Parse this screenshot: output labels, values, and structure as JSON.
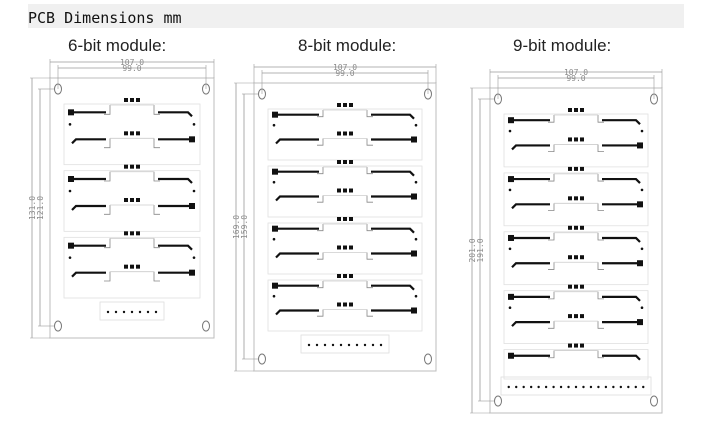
{
  "header": {
    "title": "PCB Dimensions mm"
  },
  "modules": [
    {
      "id": "6",
      "label": "6-bit module:",
      "digits": 6,
      "outer_width": "107.0",
      "inner_width": "99.0",
      "outer_height": "131.0",
      "inner_height": "121.0",
      "connector_pins": 7
    },
    {
      "id": "8",
      "label": "8-bit module:",
      "digits": 8,
      "outer_width": "107.0",
      "inner_width": "99.0",
      "outer_height": "169.0",
      "inner_height": "159.0",
      "connector_pins": 10
    },
    {
      "id": "9",
      "label": "9-bit module:",
      "digits": 9,
      "outer_width": "107.0",
      "inner_width": "99.0",
      "outer_height": "201.0",
      "inner_height": "191.0",
      "connector_pins": 19
    }
  ],
  "colors": {
    "trace": "#111111",
    "outline": "#bdbdbd",
    "dimension": "#9a9a9a",
    "header_band": "#f0f0f0"
  }
}
